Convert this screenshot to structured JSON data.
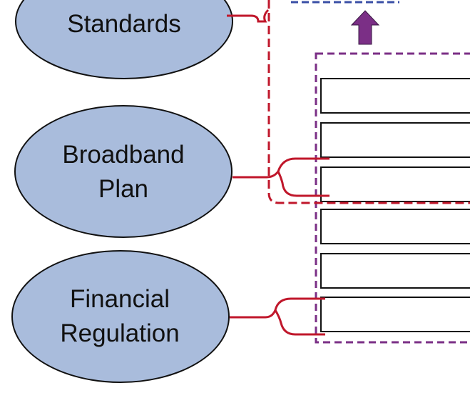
{
  "nodes": [
    {
      "id": "standards",
      "lines": [
        "Standards"
      ]
    },
    {
      "id": "broadband-plan",
      "lines": [
        "Broadband",
        "Plan"
      ]
    },
    {
      "id": "financial-regulation",
      "lines": [
        "Financial",
        "Regulation"
      ]
    }
  ],
  "colors": {
    "ellipse_fill": "#a9bcdc",
    "ellipse_stroke": "#111111",
    "bracket_red": "#c0172b",
    "dashed_purple": "#7b2f86",
    "dashed_blue": "#3a4fa6",
    "arrow_purple": "#7b2f86",
    "box_stroke": "#111111"
  }
}
